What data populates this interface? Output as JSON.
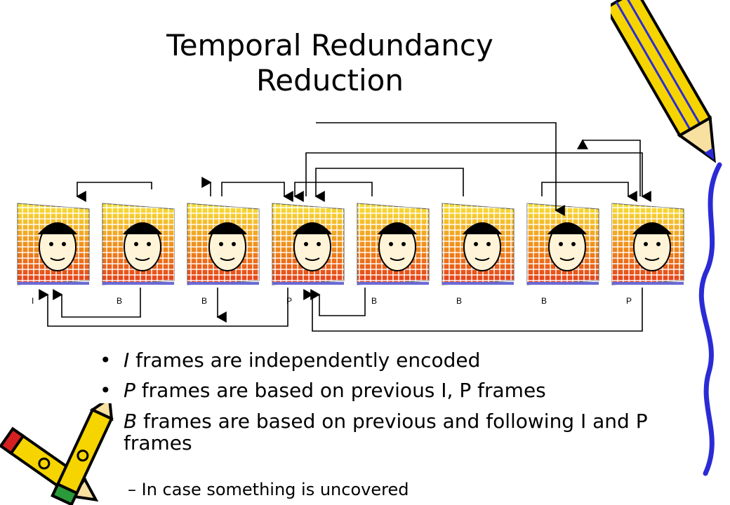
{
  "slide": {
    "title_line1": "Temporal Redundancy",
    "title_line2": "Reduction"
  },
  "diagram": {
    "frame_labels": [
      "I",
      "B",
      "B",
      "P",
      "B",
      "B",
      "B",
      "P"
    ]
  },
  "bullets": [
    {
      "lead": "I",
      "text": " frames are independently encoded"
    },
    {
      "lead": "P",
      "text": " frames are based on previous I, P frames"
    },
    {
      "lead": "B",
      "text": " frames are based on previous and following I and P frames"
    }
  ],
  "sub_bullet": "– In case something is uncovered",
  "colors": {
    "pencil_body": "#f5d400",
    "pencil_outline": "#000000",
    "pencil_accent": "#2b2bd6",
    "pencil_tip": "#d42020",
    "eraser": "#2a9a3a",
    "frame_top": "#f7e33a",
    "frame_bottom": "#e43a1a"
  },
  "icons": [
    "pencil-icon",
    "pencil-icon",
    "pencil-icon"
  ]
}
